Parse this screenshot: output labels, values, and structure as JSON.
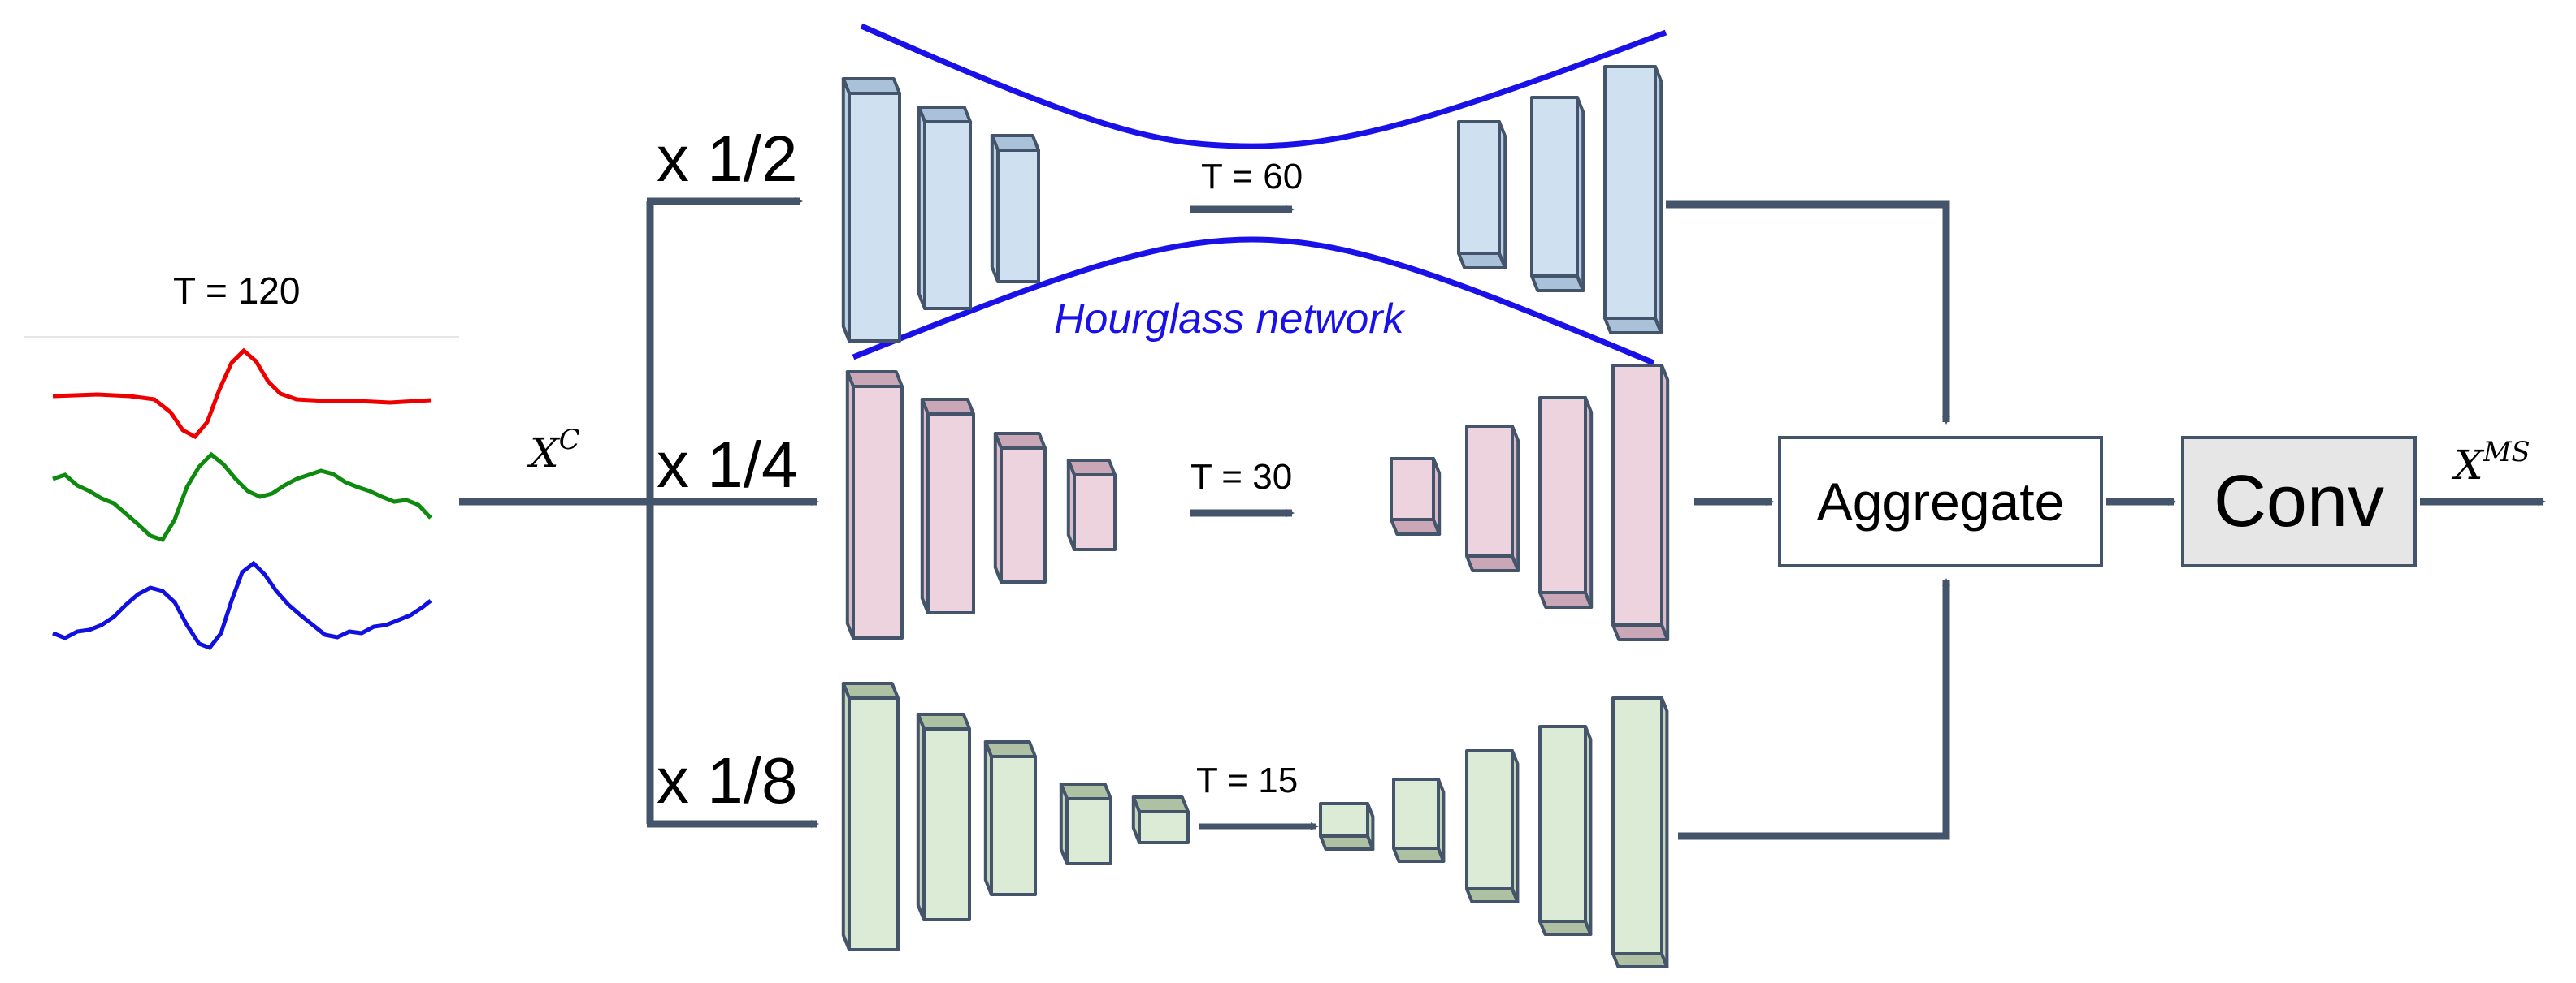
{
  "input": {
    "length_label": "T = 120",
    "signal_colors": [
      "#ee0000",
      "#0e8a0e",
      "#1010e0"
    ]
  },
  "input_symbol": {
    "base": "X",
    "sup": "C"
  },
  "branches": [
    {
      "scale": "x 1/2",
      "t_label": "T = 60",
      "fill": "#cfe0f1",
      "top": "#a9c1d9",
      "side": "#bcd0e5"
    },
    {
      "scale": "x 1/4",
      "t_label": "T = 30",
      "fill": "#ecd3de",
      "top": "#c9a7b6",
      "side": "#dbbccb"
    },
    {
      "scale": "x 1/8",
      "t_label": "T = 15",
      "fill": "#dcebd5",
      "top": "#aec2a3",
      "side": "#c5d8bb"
    }
  ],
  "hourglass_label": "Hourglass network",
  "aggregate_label": "Aggregate",
  "conv_label": "Conv",
  "output_symbol": {
    "base": "X",
    "sup": "MS"
  },
  "colors": {
    "arrow": "#44546a",
    "block_stroke": "#44546a",
    "hourglass": "#1a10e8"
  }
}
